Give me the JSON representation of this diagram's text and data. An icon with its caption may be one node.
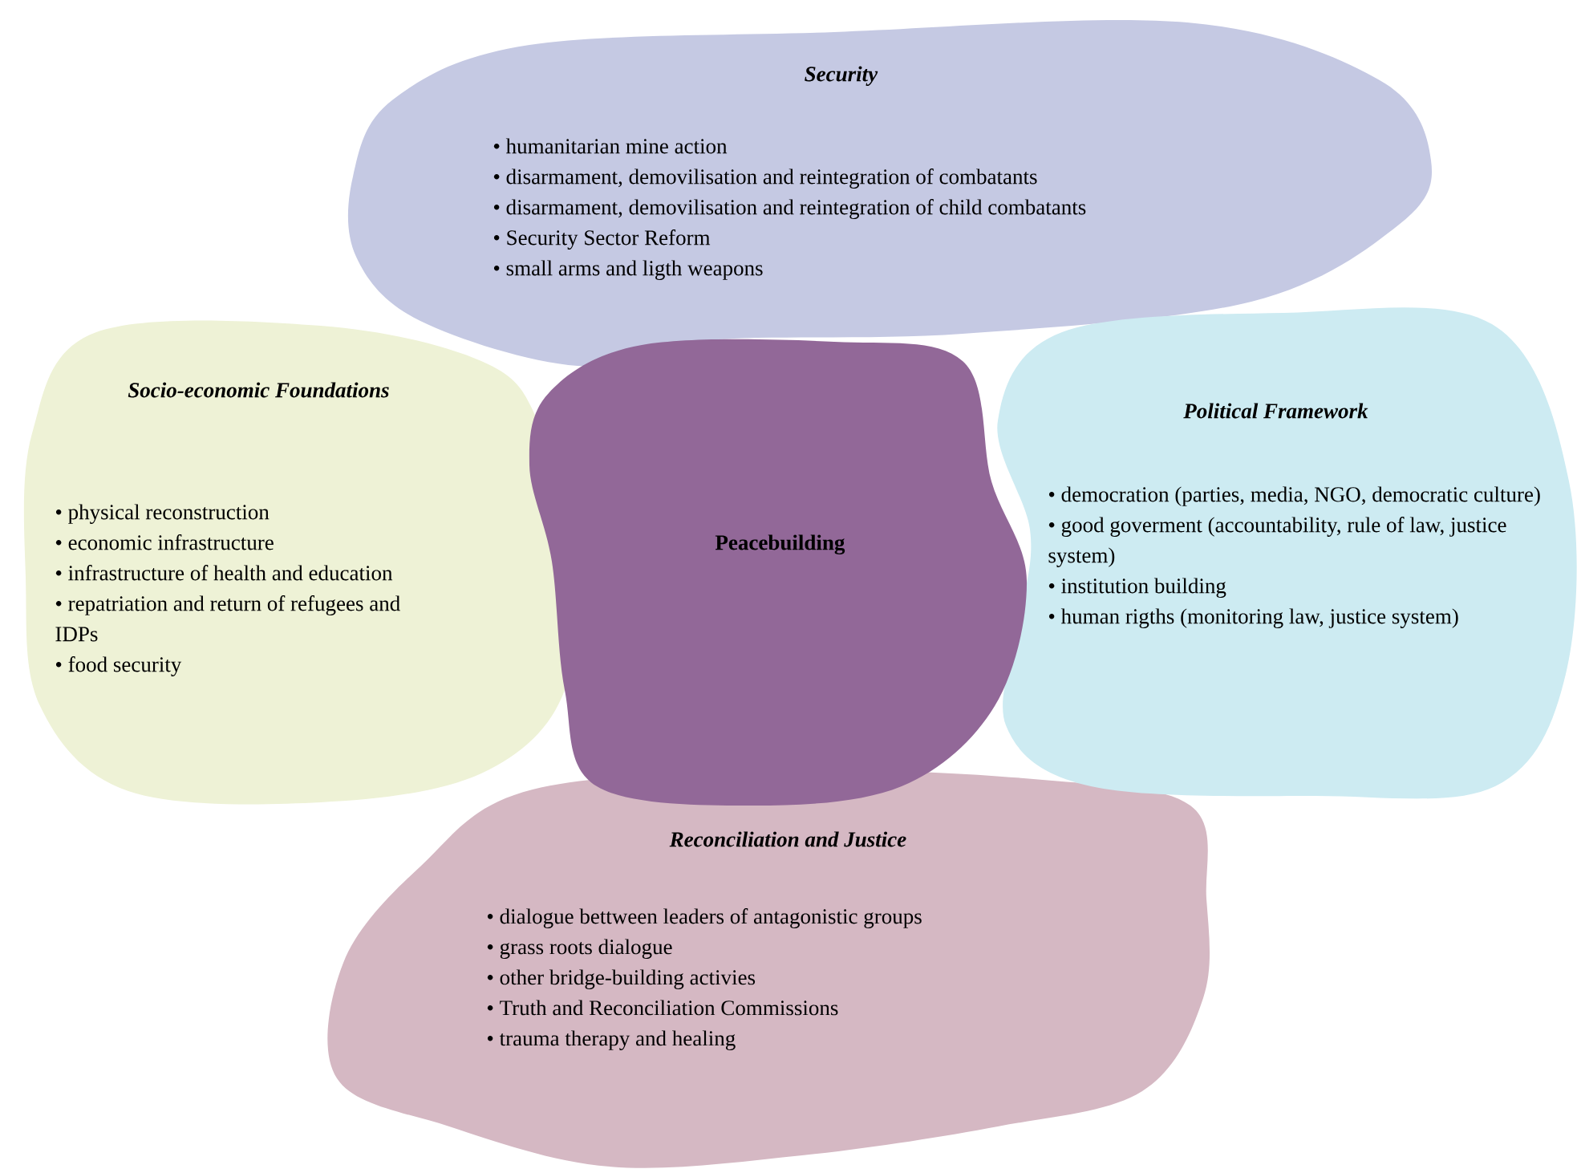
{
  "diagram": {
    "nodes": [
      {
        "text": [
          "Security",
          "• humanitarian mine action",
          "• disarmament, demovilisation and reintegration of combatants",
          "• disarmament, demovilisation and reintegration of child combatants",
          "• Security Sector Reform",
          "• small arms and ligth weapons"
        ]
      },
      {
        "text": [
          "Socio-economic Foundations",
          "• physical reconstruction",
          "• economic infrastructure",
          "• infrastructure of health and education",
          "• repatriation and return of refugees and IDPs",
          "• food security"
        ]
      },
      {
        "text": [
          "Peacebuilding"
        ]
      },
      {
        "text": [
          "Political Framework",
          "• democration (parties, media, NGO, democratic culture)",
          "• good goverment (accountability, rule of law, justice system)",
          "• institution building",
          "• human rigths (monitoring law, justice system)"
        ]
      },
      {
        "text": [
          "Reconciliation and Justice",
          "• dialogue bettween leaders of antagonistic groups",
          "• grass roots dialogue",
          "• other bridge-building activies",
          "• Truth and Reconciliation Commissions",
          "• trauma therapy and healing"
        ]
      }
    ]
  }
}
